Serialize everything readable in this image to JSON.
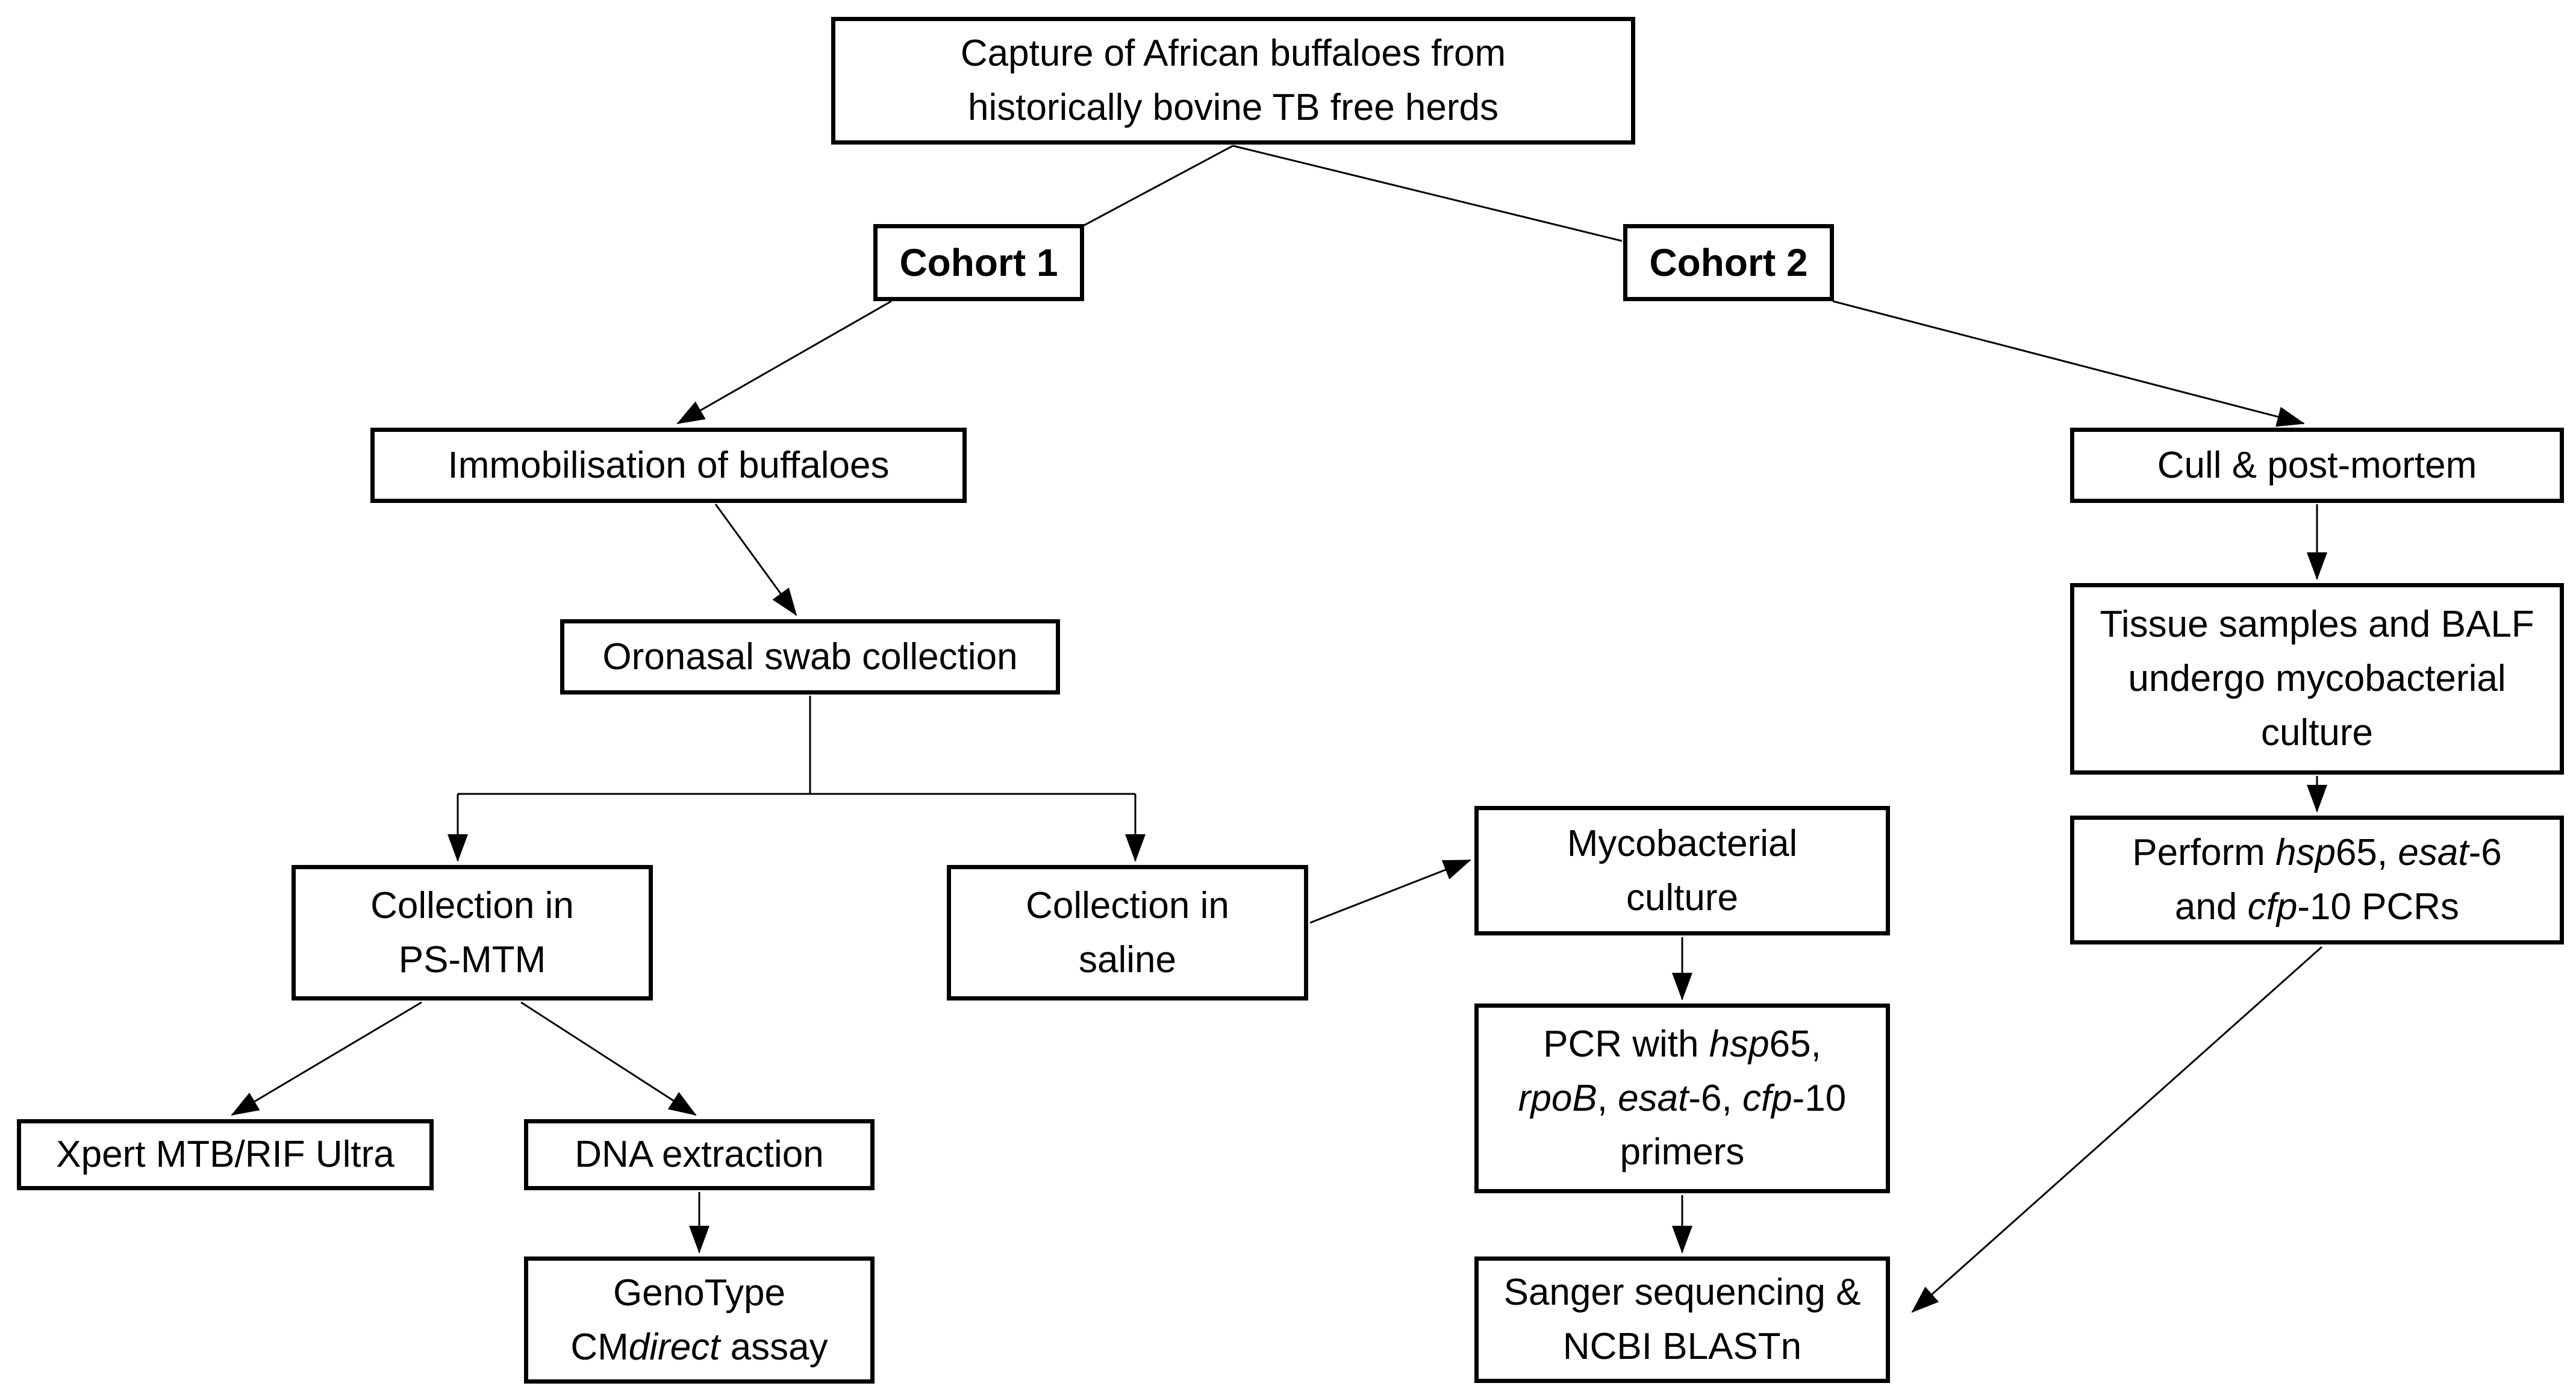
{
  "colors": {
    "background": "#ffffff",
    "box_border": "#000000",
    "text": "#000000",
    "connector": "#000000"
  },
  "diagram": {
    "title": "Study workflow for African buffalo bovine TB sampling",
    "nodes": {
      "capture": {
        "segments": [
          {
            "text": "Capture of African buffaloes from"
          },
          {
            "br": true
          },
          {
            "text": "historically bovine TB free herds"
          }
        ]
      },
      "cohort1": {
        "segments": [
          {
            "text": "Cohort 1",
            "bold": true
          }
        ]
      },
      "cohort2": {
        "segments": [
          {
            "text": "Cohort 2",
            "bold": true
          }
        ]
      },
      "immobilisation": {
        "segments": [
          {
            "text": "Immobilisation of buffaloes"
          }
        ]
      },
      "oronasal": {
        "segments": [
          {
            "text": "Oronasal swab collection"
          }
        ]
      },
      "collection_psmtm": {
        "segments": [
          {
            "text": "Collection in"
          },
          {
            "br": true
          },
          {
            "text": "PS-MTM"
          }
        ]
      },
      "collection_saline": {
        "segments": [
          {
            "text": "Collection in"
          },
          {
            "br": true
          },
          {
            "text": "saline"
          }
        ]
      },
      "xpert": {
        "segments": [
          {
            "text": "Xpert MTB/RIF Ultra"
          }
        ]
      },
      "dna_extraction": {
        "segments": [
          {
            "text": "DNA extraction"
          }
        ]
      },
      "genotype": {
        "segments": [
          {
            "text": "GenoType"
          },
          {
            "br": true
          },
          {
            "text": "CM"
          },
          {
            "text": "direct",
            "italic": true
          },
          {
            "text": " assay"
          }
        ]
      },
      "myco_culture": {
        "segments": [
          {
            "text": "Mycobacterial"
          },
          {
            "br": true
          },
          {
            "text": "culture"
          }
        ]
      },
      "pcr": {
        "segments": [
          {
            "text": "PCR with "
          },
          {
            "text": "hsp",
            "italic": true
          },
          {
            "text": "65,"
          },
          {
            "br": true
          },
          {
            "text": "rpoB",
            "italic": true
          },
          {
            "text": ", "
          },
          {
            "text": "esat",
            "italic": true
          },
          {
            "text": "-6, "
          },
          {
            "text": "cfp",
            "italic": true
          },
          {
            "text": "-10"
          },
          {
            "br": true
          },
          {
            "text": "primers"
          }
        ]
      },
      "sanger": {
        "segments": [
          {
            "text": "Sanger sequencing &"
          },
          {
            "br": true
          },
          {
            "text": "NCBI BLASTn"
          }
        ]
      },
      "cull": {
        "segments": [
          {
            "text": "Cull & post-mortem"
          }
        ]
      },
      "tissue": {
        "segments": [
          {
            "text": "Tissue samples and BALF"
          },
          {
            "br": true
          },
          {
            "text": "undergo mycobacterial"
          },
          {
            "br": true
          },
          {
            "text": "culture"
          }
        ]
      },
      "perform_pcrs": {
        "segments": [
          {
            "text": "Perform "
          },
          {
            "text": "hsp",
            "italic": true
          },
          {
            "text": "65, "
          },
          {
            "text": "esat",
            "italic": true
          },
          {
            "text": "-6"
          },
          {
            "br": true
          },
          {
            "text": "and "
          },
          {
            "text": "cfp",
            "italic": true
          },
          {
            "text": "-10 PCRs"
          }
        ]
      }
    },
    "edges": [
      {
        "id": "capture-cohort1",
        "from": "capture",
        "to": "cohort1",
        "arrow": false
      },
      {
        "id": "capture-cohort2",
        "from": "capture",
        "to": "cohort2",
        "arrow": false
      },
      {
        "id": "cohort1-immobilisation",
        "from": "cohort1",
        "to": "immobilisation",
        "arrow": true
      },
      {
        "id": "immobilisation-oronasal",
        "from": "immobilisation",
        "to": "oronasal",
        "arrow": true
      },
      {
        "id": "oronasal-collection-psmtm",
        "from": "oronasal",
        "to": "collection_psmtm",
        "arrow": true
      },
      {
        "id": "oronasal-collection-saline",
        "from": "oronasal",
        "to": "collection_saline",
        "arrow": true
      },
      {
        "id": "psmtm-xpert",
        "from": "collection_psmtm",
        "to": "xpert",
        "arrow": true
      },
      {
        "id": "psmtm-dna",
        "from": "collection_psmtm",
        "to": "dna_extraction",
        "arrow": true
      },
      {
        "id": "dna-genotype",
        "from": "dna_extraction",
        "to": "genotype",
        "arrow": true
      },
      {
        "id": "saline-myco",
        "from": "collection_saline",
        "to": "myco_culture",
        "arrow": true
      },
      {
        "id": "myco-pcr",
        "from": "myco_culture",
        "to": "pcr",
        "arrow": true
      },
      {
        "id": "pcr-sanger",
        "from": "pcr",
        "to": "sanger",
        "arrow": true
      },
      {
        "id": "cohort2-cull",
        "from": "cohort2",
        "to": "cull",
        "arrow": true
      },
      {
        "id": "cull-tissue",
        "from": "cull",
        "to": "tissue",
        "arrow": true
      },
      {
        "id": "tissue-perform",
        "from": "tissue",
        "to": "perform_pcrs",
        "arrow": true
      },
      {
        "id": "perform-sanger",
        "from": "perform_pcrs",
        "to": "sanger",
        "arrow": true
      }
    ]
  }
}
